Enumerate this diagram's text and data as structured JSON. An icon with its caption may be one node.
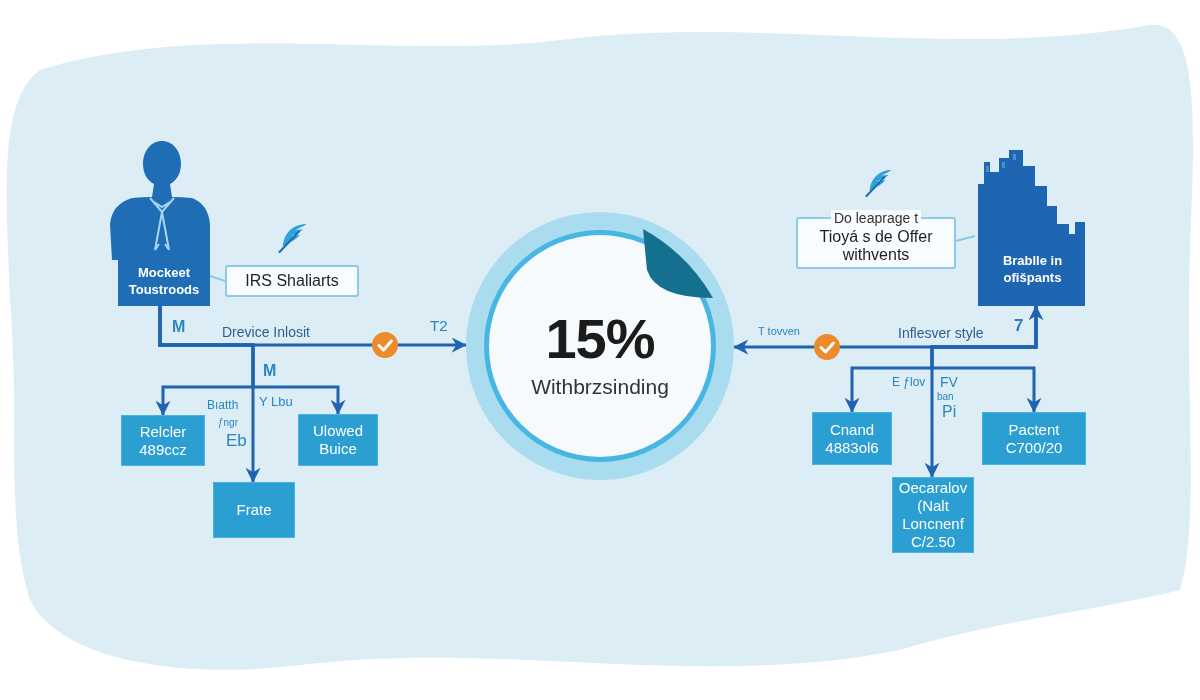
{
  "diagram": {
    "nodes": [
      {
        "text": [
          "Mockeet Toustroods"
        ]
      },
      {
        "text": [
          "IRS Shaliarts"
        ]
      },
      {
        "text": [
          "Relcler 489ccz"
        ]
      },
      {
        "text": [
          "Ulowed Buice"
        ]
      },
      {
        "text": [
          "Frate"
        ]
      },
      {
        "text": [
          "15%",
          "Withbrzsinding"
        ]
      },
      {
        "text": [
          "Do leaprage t",
          "Tioyá s de Offer withvents"
        ]
      },
      {
        "text": [
          "Brablle in ofišpants"
        ]
      },
      {
        "text": [
          "Cnand 4883ol6"
        ]
      },
      {
        "text": [
          "Oecaralov (Nalt Loncnenf C/2.50"
        ]
      },
      {
        "text": [
          "Pactent C700/20"
        ]
      }
    ],
    "edges": [
      {
        "from": 1,
        "to": 0,
        "arrow": "none",
        "color": "#8ccbe3"
      },
      {
        "from": 0,
        "to": 5,
        "arrow": "to"
      },
      {
        "from": 0,
        "to": 2,
        "arrow": "to"
      },
      {
        "from": 0,
        "to": 3,
        "arrow": "to"
      },
      {
        "from": 0,
        "to": 4,
        "arrow": "to"
      },
      {
        "from": 7,
        "to": 5,
        "arrow": "both"
      },
      {
        "from": 7,
        "to": 8,
        "arrow": "to"
      },
      {
        "from": 7,
        "to": 10,
        "arrow": "to"
      },
      {
        "from": 7,
        "to": 9,
        "arrow": "to"
      },
      {
        "from": 6,
        "to": 7,
        "arrow": "none",
        "color": "#8ccbe3"
      }
    ],
    "labels": [
      "M",
      "Drevice Inlosit",
      "T2",
      "T tovven",
      "Inflesver style",
      "7",
      "M",
      "Bıatth",
      "Y Lbu",
      "ƒngr",
      "Eb",
      "E ƒlov",
      "FV",
      "ban",
      "Pi"
    ]
  }
}
